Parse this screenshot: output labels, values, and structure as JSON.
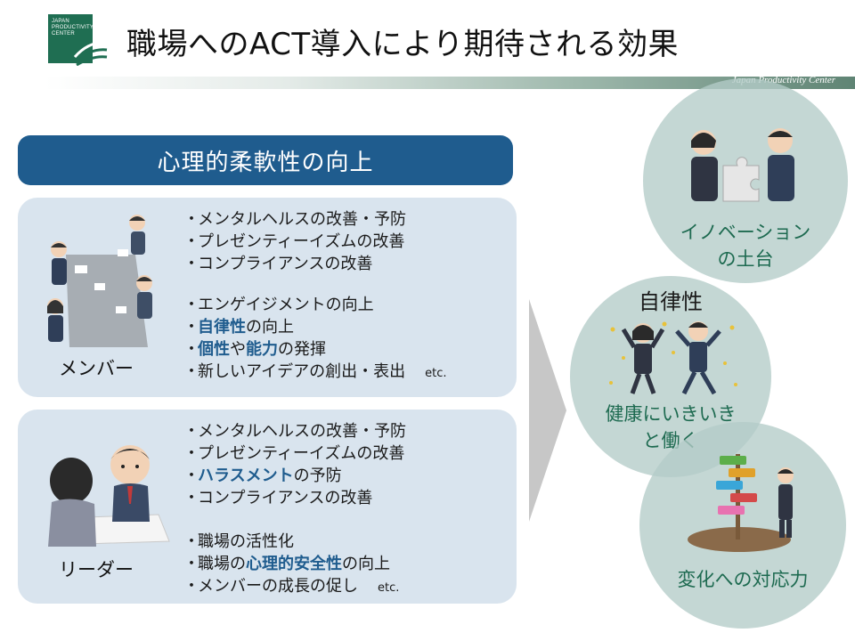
{
  "header": {
    "logo_lines": [
      "JAPAN",
      "PRODUCTIVITY",
      "CENTER"
    ],
    "title": "職場へのACT導入により期待される効果",
    "brand": "Japan Productivity Center"
  },
  "banner": {
    "label": "心理的柔軟性の向上"
  },
  "member": {
    "role": "メンバー",
    "group1": [
      [
        {
          "t": "メンタルヘルスの改善・予防"
        }
      ],
      [
        {
          "t": "プレゼンティーイズムの改善"
        }
      ],
      [
        {
          "t": "コンプライアンスの改善"
        }
      ]
    ],
    "group2": [
      [
        {
          "t": "エンゲイジメントの向上"
        }
      ],
      [
        {
          "t": "自律性",
          "hl": true
        },
        {
          "t": "の向上"
        }
      ],
      [
        {
          "t": "個性",
          "hl": true
        },
        {
          "t": "や"
        },
        {
          "t": "能力",
          "hl": true
        },
        {
          "t": "の発揮"
        }
      ],
      [
        {
          "t": "新しいアイデアの創出・表出"
        }
      ]
    ],
    "etc": "etc."
  },
  "leader": {
    "role": "リーダー",
    "group1": [
      [
        {
          "t": "メンタルヘルスの改善・予防"
        }
      ],
      [
        {
          "t": "プレゼンティーイズムの改善"
        }
      ],
      [
        {
          "t": "ハラスメント",
          "hl": true
        },
        {
          "t": "の予防"
        }
      ],
      [
        {
          "t": "コンプライアンスの改善"
        }
      ]
    ],
    "group2": [
      [
        {
          "t": "職場の活性化"
        }
      ],
      [
        {
          "t": "職場の"
        },
        {
          "t": "心理的安全性",
          "hl": true
        },
        {
          "t": "の向上"
        }
      ],
      [
        {
          "t": "メンバーの成長の促し"
        }
      ]
    ],
    "etc": "etc."
  },
  "bullet": "・",
  "effects": {
    "innovation": [
      "イノベーション",
      "の土台"
    ],
    "autonomy": "自律性",
    "wellbeing": [
      "健康にいきいき",
      "と働く"
    ],
    "adaptability": "変化への対応力"
  },
  "colors": {
    "brand_green": "#1f6e52",
    "banner_blue": "#1f5c8e",
    "highlight_blue": "#1f5c8e",
    "panel_bg": "#d9e4ee",
    "circle_fill": "#b4ccc8",
    "circle_text": "#1d6a50"
  }
}
